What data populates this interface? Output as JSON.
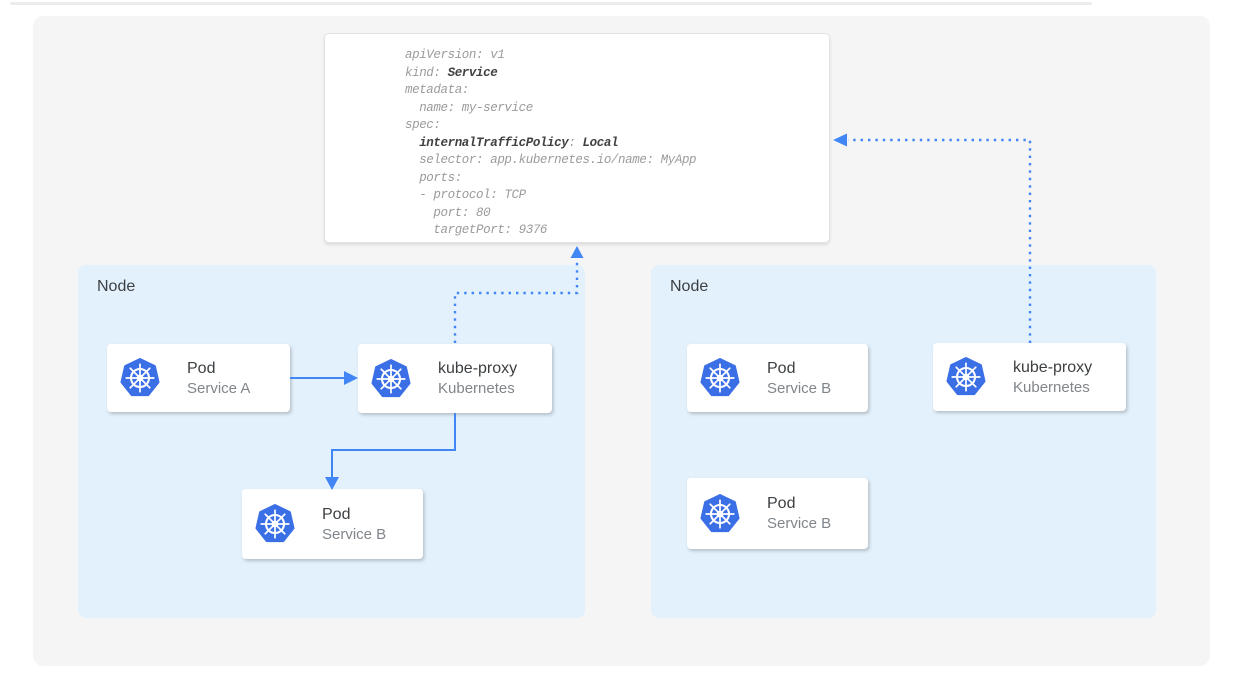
{
  "yaml_card": {
    "lines": [
      {
        "s1": "apiVersion: v1",
        "b1": "",
        "s2": "",
        "b2": ""
      },
      {
        "s1": "kind: ",
        "b1": "Service",
        "s2": "",
        "b2": ""
      },
      {
        "s1": "metadata:",
        "b1": "",
        "s2": "",
        "b2": ""
      },
      {
        "s1": "  name: my-service",
        "b1": "",
        "s2": "",
        "b2": ""
      },
      {
        "s1": "spec:",
        "b1": "",
        "s2": "",
        "b2": ""
      },
      {
        "s1": "  ",
        "b1": "internalTrafficPolicy",
        "s2": ": ",
        "b2": "Local"
      },
      {
        "s1": "  selector: app.kubernetes.io/name: MyApp",
        "b1": "",
        "s2": "",
        "b2": ""
      },
      {
        "s1": "  ports:",
        "b1": "",
        "s2": "",
        "b2": ""
      },
      {
        "s1": "  - protocol: TCP",
        "b1": "",
        "s2": "",
        "b2": ""
      },
      {
        "s1": "    port: 80",
        "b1": "",
        "s2": "",
        "b2": ""
      },
      {
        "s1": "    targetPort: 9376",
        "b1": "",
        "s2": "",
        "b2": ""
      }
    ]
  },
  "nodes": {
    "left": {
      "label": "Node"
    },
    "right": {
      "label": "Node"
    }
  },
  "cards": [
    {
      "title": "Pod",
      "subtitle": "Service A"
    },
    {
      "title": "kube-proxy",
      "subtitle": "Kubernetes"
    },
    {
      "title": "Pod",
      "subtitle": "Service B"
    },
    {
      "title": "Pod",
      "subtitle": "Service B"
    },
    {
      "title": "Pod",
      "subtitle": "Service B"
    },
    {
      "title": "kube-proxy",
      "subtitle": "Kubernetes"
    }
  ],
  "icons": {
    "kubernetes_logo": "kubernetes-logo-icon"
  },
  "colors": {
    "arrow_blue": "#4285f4",
    "kubernetes_blue": "#3b6fe6",
    "node_fill": "#e3f1fd",
    "panel_fill": "#f5f5f6",
    "card_title": "#3c4043",
    "card_subtitle": "#80868b",
    "yaml_text": "#9b9b9b",
    "yaml_bold": "#414141"
  }
}
